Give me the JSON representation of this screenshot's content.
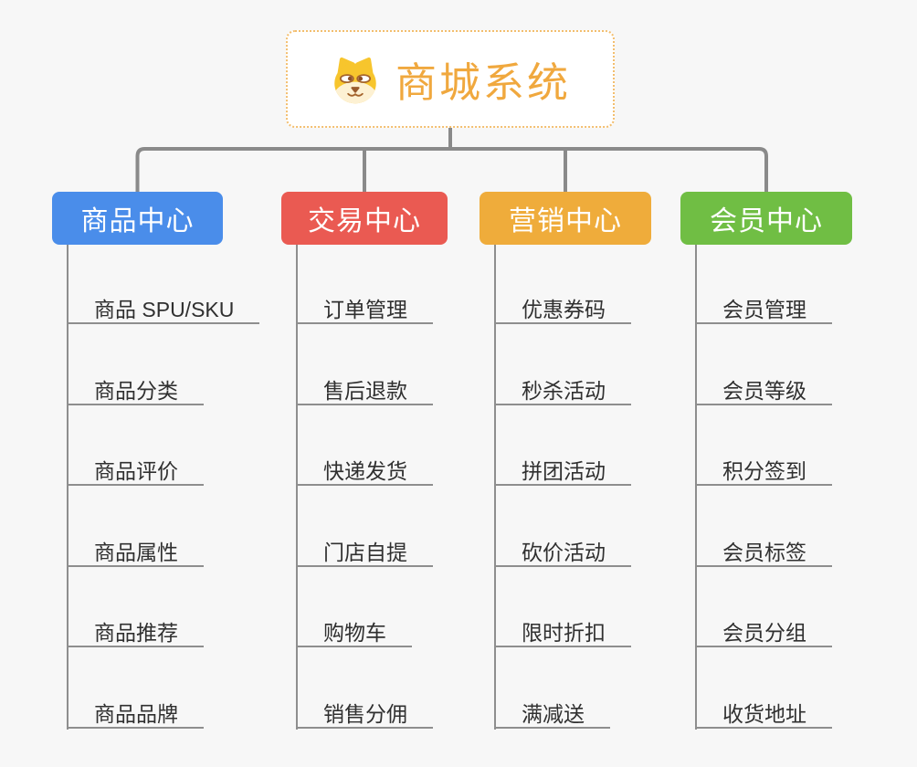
{
  "canvas": {
    "background": "#F7F7F7"
  },
  "root": {
    "title": "商城系统",
    "icon": "dog-face-icon",
    "text_color": "#F0A83E",
    "border_color": "#F3BE6E",
    "fill": "#FFFFFF"
  },
  "connector_color": "#8A8A8A",
  "leaf_text_color": "#303030",
  "leaf_line_color": "#8E8E8E",
  "branches": [
    {
      "label": "商品中心",
      "color": "#4A8DEA",
      "items": [
        "商品 SPU/SKU",
        "商品分类",
        "商品评价",
        "商品属性",
        "商品推荐",
        "商品品牌"
      ]
    },
    {
      "label": "交易中心",
      "color": "#EA5A52",
      "items": [
        "订单管理",
        "售后退款",
        "快递发货",
        "门店自提",
        "购物车",
        "销售分佣"
      ]
    },
    {
      "label": "营销中心",
      "color": "#EFAC3B",
      "items": [
        "优惠券码",
        "秒杀活动",
        "拼团活动",
        "砍价活动",
        "限时折扣",
        "满减送"
      ]
    },
    {
      "label": "会员中心",
      "color": "#70BE44",
      "items": [
        "会员管理",
        "会员等级",
        "积分签到",
        "会员标签",
        "会员分组",
        "收货地址"
      ]
    }
  ]
}
